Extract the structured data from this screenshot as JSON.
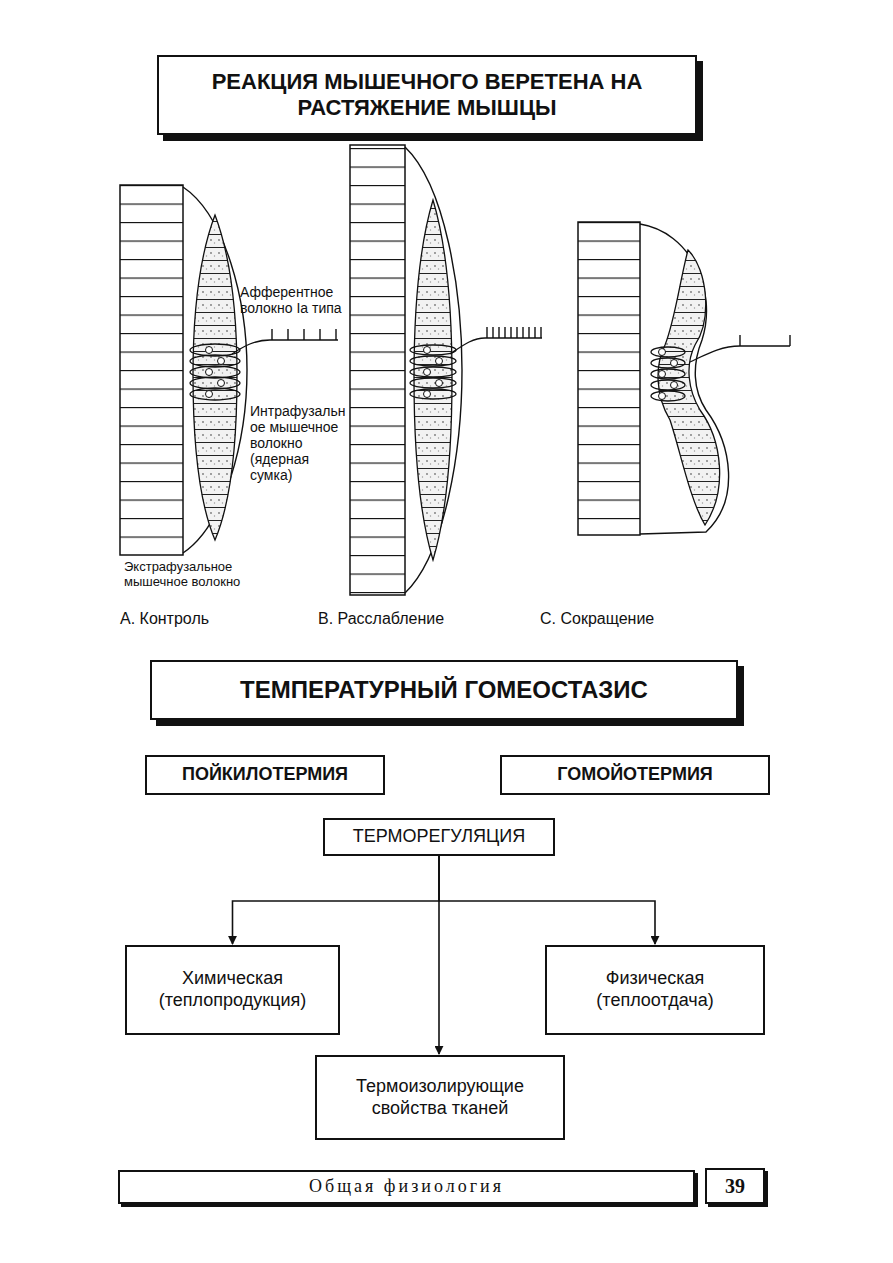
{
  "diagram": {
    "nodes": [
      {
        "text": [
          "РЕАКЦИЯ МЫШЕЧНОГО ВЕРЕТЕНА НА РАСТЯЖЕНИЕ МЫШЦЫ"
        ]
      },
      {
        "text": [
          "ТЕМПЕРАТУРНЫЙ ГОМЕОСТАЗИС"
        ]
      },
      {
        "text": [
          "ПОЙКИЛОТЕРМИЯ"
        ]
      },
      {
        "text": [
          "ГОМОЙОТЕРМИЯ"
        ]
      },
      {
        "text": [
          "ТЕРМОРЕГУЛЯЦИЯ"
        ]
      },
      {
        "text": [
          "Химическая (теплопродукция)"
        ]
      },
      {
        "text": [
          "Физическая (теплоотдача)"
        ]
      },
      {
        "text": [
          "Термоизолирующие свойства тканей"
        ]
      },
      {
        "text": [
          "Общая физиология"
        ]
      },
      {
        "text": [
          "39"
        ]
      }
    ],
    "edges": [
      {
        "from": 4,
        "to": 5,
        "arrow": "to"
      },
      {
        "from": 4,
        "to": 6,
        "arrow": "to"
      },
      {
        "from": 4,
        "to": 7,
        "arrow": "to"
      }
    ],
    "labels": [
      "Афферентное волокно Ia типа",
      "Интрафузальное мышечное волокно (ядерная сумка)",
      "Экстрафузальное мышечное волокно",
      "А. Контроль",
      "В. Расслабление",
      "С. Сокращение"
    ]
  }
}
